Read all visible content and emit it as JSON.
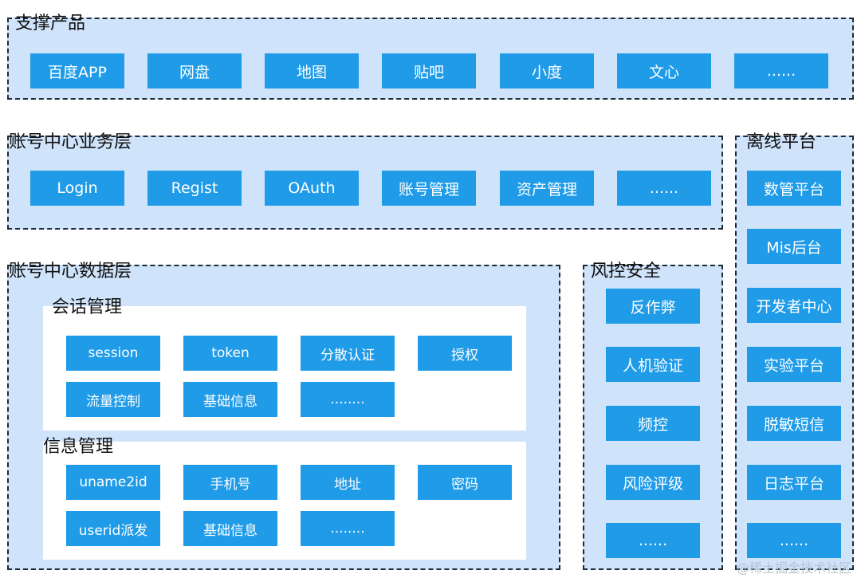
{
  "support": {
    "title": "支撑产品",
    "items": [
      "百度APP",
      "网盘",
      "地图",
      "贴吧",
      "小度",
      "文心",
      "......"
    ]
  },
  "business": {
    "title": "账号中心业务层",
    "items": [
      "Login",
      "Regist",
      "OAuth",
      "账号管理",
      "资产管理",
      "......"
    ]
  },
  "offline": {
    "title": "离线平台",
    "items": [
      "数管平台",
      "Mis后台",
      "开发者中心",
      "实验平台",
      "脱敏短信",
      "日志平台",
      "......"
    ]
  },
  "data_layer": {
    "title": "账号中心数据层",
    "session_mgmt": {
      "title": "会话管理",
      "items": [
        "session",
        "token",
        "分散认证",
        "授权",
        "流量控制",
        "基础信息",
        "........"
      ]
    },
    "info_mgmt": {
      "title": "信息管理",
      "items": [
        "uname2id",
        "手机号",
        "地址",
        "密码",
        "userid派发",
        "基础信息",
        "........"
      ]
    }
  },
  "risk": {
    "title": "风控安全",
    "items": [
      "反作弊",
      "人机验证",
      "频控",
      "风险评级",
      "......"
    ]
  },
  "watermark": "@稀土掘金技术社区"
}
